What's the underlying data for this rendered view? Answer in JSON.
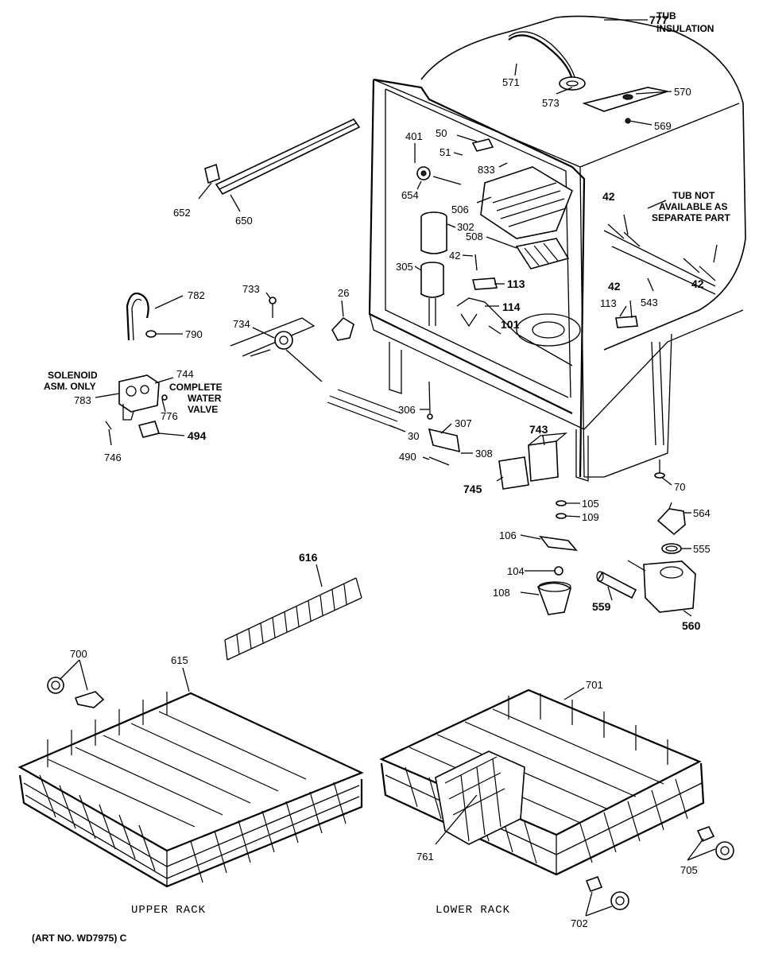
{
  "labels": {
    "l777": "777",
    "l571": "571",
    "l573": "573",
    "l570": "570",
    "l569": "569",
    "l50": "50",
    "l401": "401",
    "l51": "51",
    "l833": "833",
    "l654": "654",
    "l506": "506",
    "l652": "652",
    "l650": "650",
    "l42a": "42",
    "l302": "302",
    "l508": "508",
    "l42b": "42",
    "l305": "305",
    "l113a": "113",
    "l42c": "42",
    "l543": "543",
    "l42d": "42",
    "l113b": "113",
    "l26": "26",
    "l733": "733",
    "l782": "782",
    "l790": "790",
    "l734": "734",
    "l114": "114",
    "l101": "101",
    "l744": "744",
    "l783": "783",
    "l776": "776",
    "l494": "494",
    "l746": "746",
    "l306": "306",
    "l307": "307",
    "l30": "30",
    "l743": "743",
    "l490": "490",
    "l308": "308",
    "l745": "745",
    "l70": "70",
    "l105": "105",
    "l109": "109",
    "l564": "564",
    "l106": "106",
    "l555": "555",
    "l104": "104",
    "l108": "108",
    "l559": "559",
    "l560": "560",
    "l616": "616",
    "l700": "700",
    "l615": "615",
    "l701": "701",
    "l761": "761",
    "l705": "705",
    "l702": "702"
  },
  "notes": {
    "tub_insulation_1": "TUB",
    "tub_insulation_2": "INSULATION",
    "tub_not_1": "TUB NOT",
    "tub_not_2": "AVAILABLE AS",
    "tub_not_3": "SEPARATE PART",
    "solenoid_1": "SOLENOID",
    "solenoid_2": "ASM. ONLY",
    "complete_1": "COMPLETE",
    "complete_2": "WATER",
    "complete_3": "VALVE"
  },
  "captions": {
    "upper_rack": "UPPER RACK",
    "lower_rack": "LOWER RACK",
    "art_no": "(ART NO. WD7975) C"
  }
}
